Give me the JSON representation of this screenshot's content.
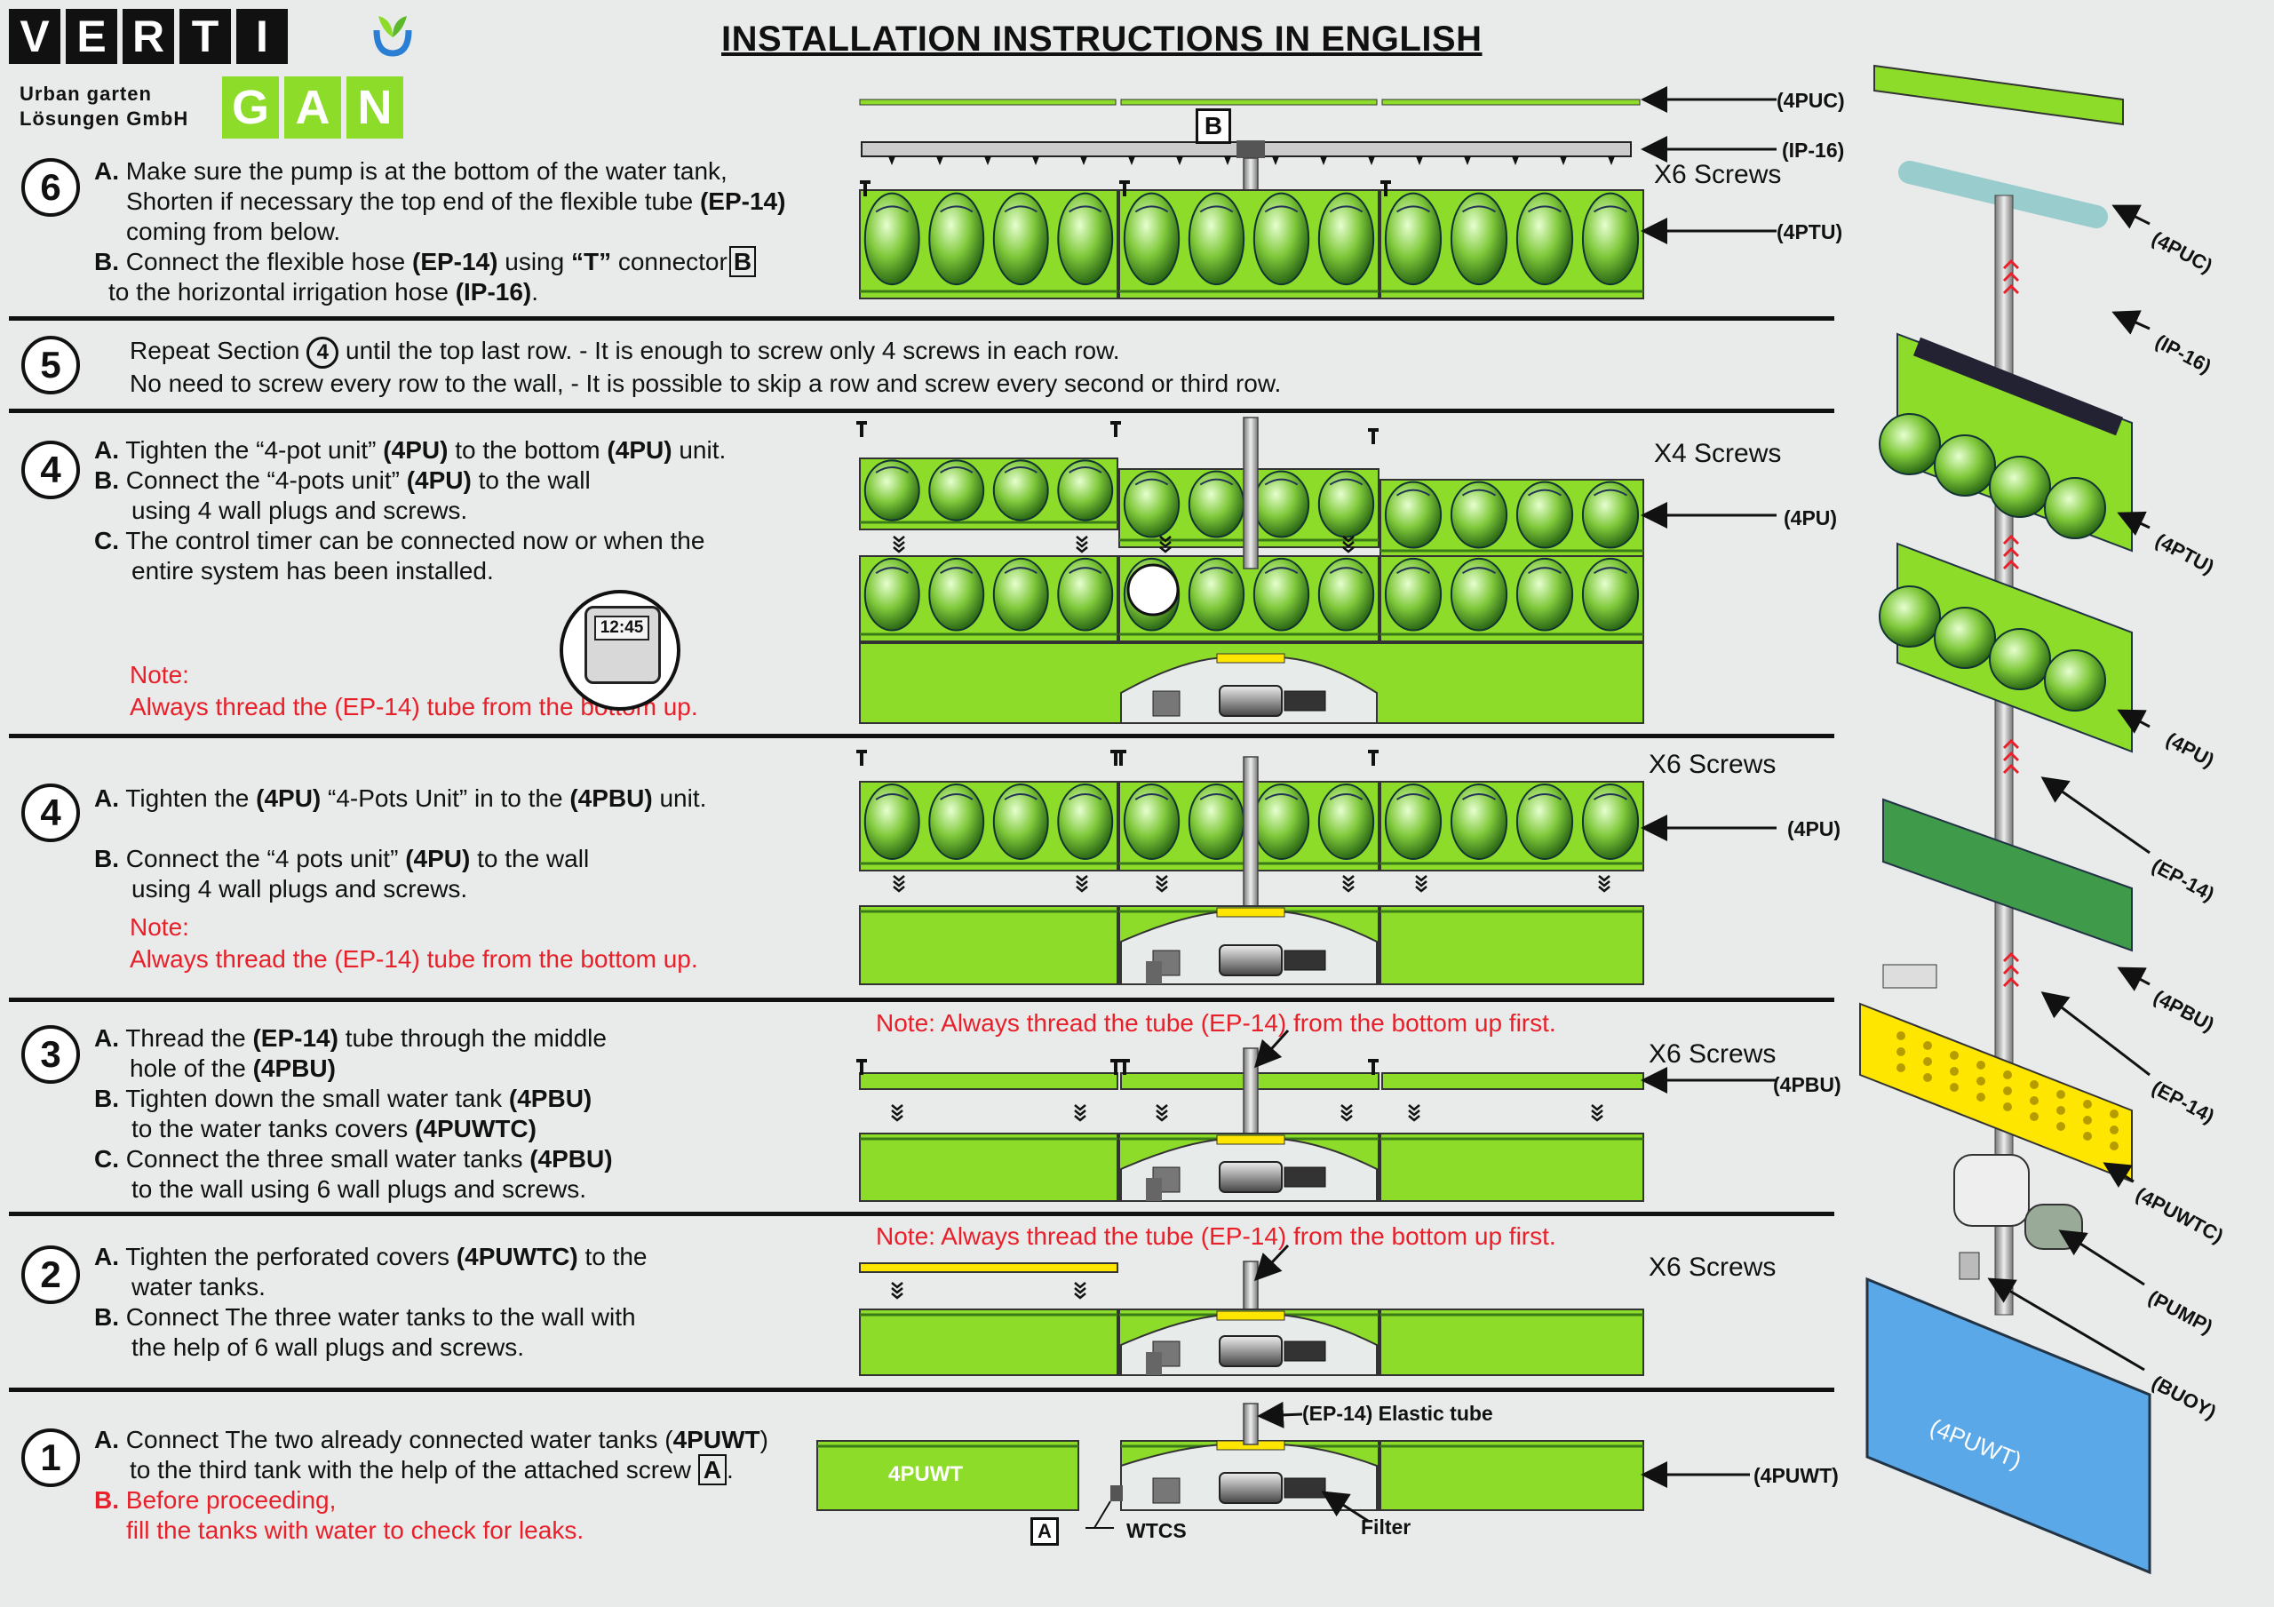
{
  "logo": {
    "top_letters": [
      "V",
      "E",
      "R",
      "T",
      "I"
    ],
    "bottom_letters": [
      "G",
      "A",
      "N"
    ],
    "company_line1": "Urban garten",
    "company_line2": "Lösungen GmbH",
    "leaf_color": "#2a7fd4"
  },
  "title": "INSTALLATION INSTRUCTIONS IN ENGLISH",
  "colors": {
    "green": "#8ddc2a",
    "yellow": "#ffe600",
    "blue": "#5aa8e8",
    "red": "#e8202a"
  },
  "steps": {
    "s6": {
      "number": "6",
      "a_key": "A.",
      "a1": "Make sure the pump is at the bottom of the water tank,",
      "a2a": "Shorten if necessary the top end of the flexible tube ",
      "a2b": "(EP-14)",
      "a3": "coming from below.",
      "b_key": "B.",
      "b1a": "Connect the flexible hose ",
      "b1b": "(EP-14)",
      "b1c": " using ",
      "b1d": "“T”",
      "b1e": " connector",
      "b1box": "B",
      "b2a": "to the horizontal irrigation hose ",
      "b2b": "(IP-16)",
      "b2c": ".",
      "callout": "B",
      "screws": "X6 Screws",
      "labels": [
        "(4PUC)",
        "(IP-16)",
        "(4PTU)"
      ]
    },
    "s5": {
      "number": "5",
      "l1a": "Repeat Section ",
      "l1num": "4",
      "l1b": " until the top last row. -  It is enough to screw only 4 screws in each row.",
      "l2": "No need to screw every row to the wall,  -  It is possible to skip a row and screw every second or third row."
    },
    "s4a": {
      "number": "4",
      "a_key": "A.",
      "a1a": "Tighten the “4-pot unit” ",
      "a1b": "(4PU)",
      "a1c": " to the bottom ",
      "a1d": "(4PU)",
      "a1e": " unit.",
      "b_key": "B.",
      "b1a": "Connect the “4-pots unit” ",
      "b1b": "(4PU)",
      "b1c": " to the wall",
      "b2": "using 4 wall plugs and screws.",
      "c_key": "C.",
      "c1": "The control timer can be connected now or when the",
      "c2": "entire system has been installed.",
      "timer": "12:45",
      "note1": "Note:",
      "note2": "Always thread the (EP-14) tube from the bottom up.",
      "screws": "X4 Screws",
      "label": "(4PU)"
    },
    "s4b": {
      "number": "4",
      "a_key": "A.",
      "a1a": "Tighten the ",
      "a1b": "(4PU)",
      "a1c": " “4-Pots Unit” in to the ",
      "a1d": "(4PBU)",
      "a1e": " unit.",
      "b_key": "B.",
      "b1a": "Connect the “4 pots unit” ",
      "b1b": "(4PU)",
      "b1c": " to the wall",
      "b2": "using 4 wall plugs and screws.",
      "note1": "Note:",
      "note2": "Always thread the (EP-14) tube from the bottom up.",
      "screws": "X6 Screws",
      "label": "(4PU)"
    },
    "s3": {
      "number": "3",
      "a_key": "A.",
      "a1a": "Thread the ",
      "a1b": "(EP-14)",
      "a1c": " tube through the middle",
      "a2a": "hole of the ",
      "a2b": "(4PBU)",
      "b_key": "B.",
      "b1a": "Tighten down the small water tank ",
      "b1b": "(4PBU)",
      "b2a": "to the water tanks covers ",
      "b2b": "(4PUWTC)",
      "c_key": "C.",
      "c1a": "Connect the three small water tanks ",
      "c1b": "(4PBU)",
      "c2": "to the wall using 6 wall plugs and screws.",
      "note": "Note: Always thread the tube (EP-14) from the bottom up first.",
      "screws": "X6 Screws",
      "label": "(4PBU)"
    },
    "s2": {
      "number": "2",
      "a_key": "A.",
      "a1a": "Tighten the perforated covers ",
      "a1b": "(4PUWTC)",
      "a1c": " to the",
      "a2": "water tanks.",
      "b_key": "B.",
      "b1": "Connect The three water tanks to the wall with",
      "b2": "the help of 6 wall plugs and screws.",
      "note": "Note: Always thread the tube (EP-14) from the bottom up first.",
      "screws": "X6 Screws"
    },
    "s1": {
      "number": "1",
      "a_key": "A.",
      "a1a": "Connect The two already connected water tanks (",
      "a1b": "4PUWT",
      "a1c": ")",
      "a2a": "to the third tank with the help of the attached screw ",
      "a2box": "A",
      "a2c": ".",
      "b_key": "B.",
      "b1": "Before proceeding,",
      "b2": "fill the tanks with water to check for leaks.",
      "tank_label": "4PUWT",
      "tube_label": "(EP-14)  Elastic tube",
      "filter": "Filter",
      "callout": "A",
      "wtcs": "WTCS",
      "label": "(4PUWT)"
    }
  },
  "exploded": {
    "labels": [
      "(4PUC)",
      "(IP-16)",
      "(4PTU)",
      "(4PU)",
      "(EP-14)",
      "(4PBU)",
      "(EP-14)",
      "(4PUWTC)",
      "(PUMP)",
      "(BUOY)"
    ],
    "tank_label": "(4PUWT)"
  }
}
